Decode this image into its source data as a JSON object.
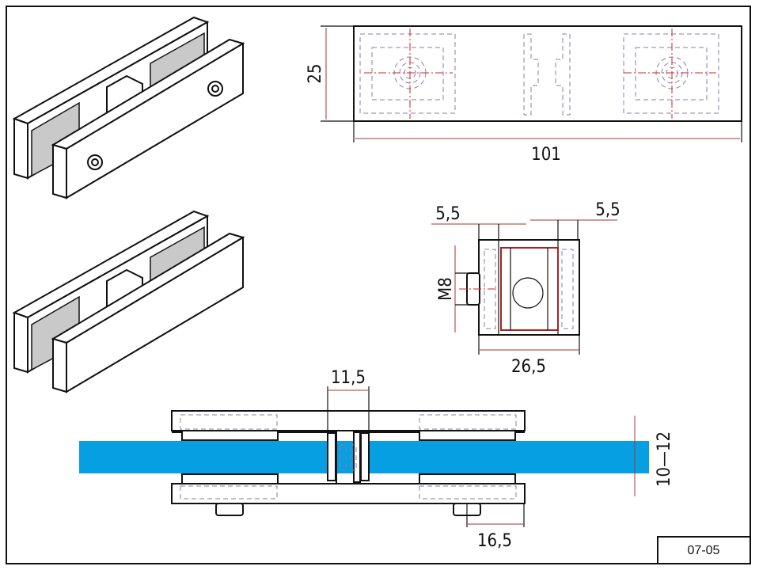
{
  "drawing": {
    "code": "07-05",
    "colors": {
      "glass": "#069fe2",
      "line": "#111111",
      "dimension": "#aa3333",
      "center": "#dd2222"
    },
    "top_view": {
      "width_label": "101",
      "height_label": "25"
    },
    "side_view": {
      "left_offset_label": "5,5",
      "right_offset_label": "5,5",
      "thread_label": "M8",
      "width_label": "26,5"
    },
    "front_view": {
      "gap_label": "11,5",
      "bolt_offset_label": "16,5",
      "glass_thickness_label": "10—12"
    }
  }
}
